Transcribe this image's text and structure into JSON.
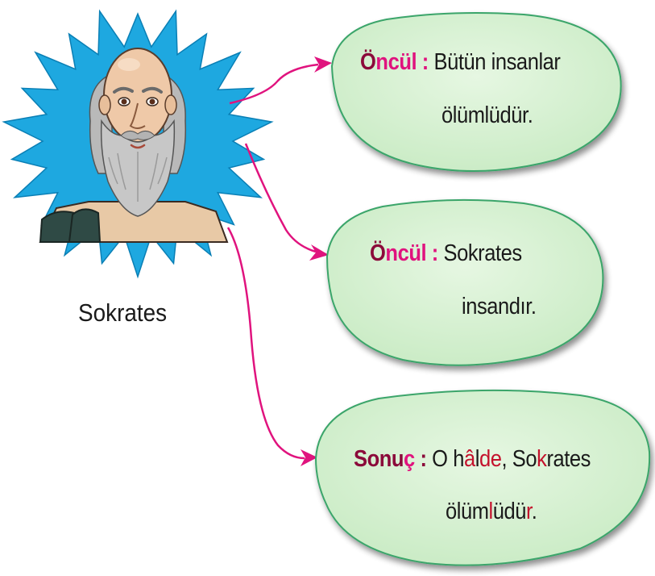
{
  "person": {
    "name": "Sokrates"
  },
  "bubbles": [
    {
      "term": "Öncül",
      "sep": " : ",
      "line1": "Bütün insanlar",
      "line2": "ölümlüdür."
    },
    {
      "term": "Öncül",
      "sep": " : ",
      "line1": "Sokrates",
      "line2": "insandır."
    },
    {
      "term": "Sonuç",
      "sep": " : ",
      "line1": "O hâlde, Sokrates",
      "line2": "ölümlüdür."
    }
  ],
  "colors": {
    "burst": "#1ea8e0",
    "burst_edge": "#0a7fb5",
    "bubble_fill": "#d6f0d2",
    "bubble_edge": "#3aa56a",
    "arrow": "#e0137e",
    "term_dark": "#8b0a3a",
    "term_accent": "#e0137e",
    "conclusion_accent": "#c4122c"
  }
}
